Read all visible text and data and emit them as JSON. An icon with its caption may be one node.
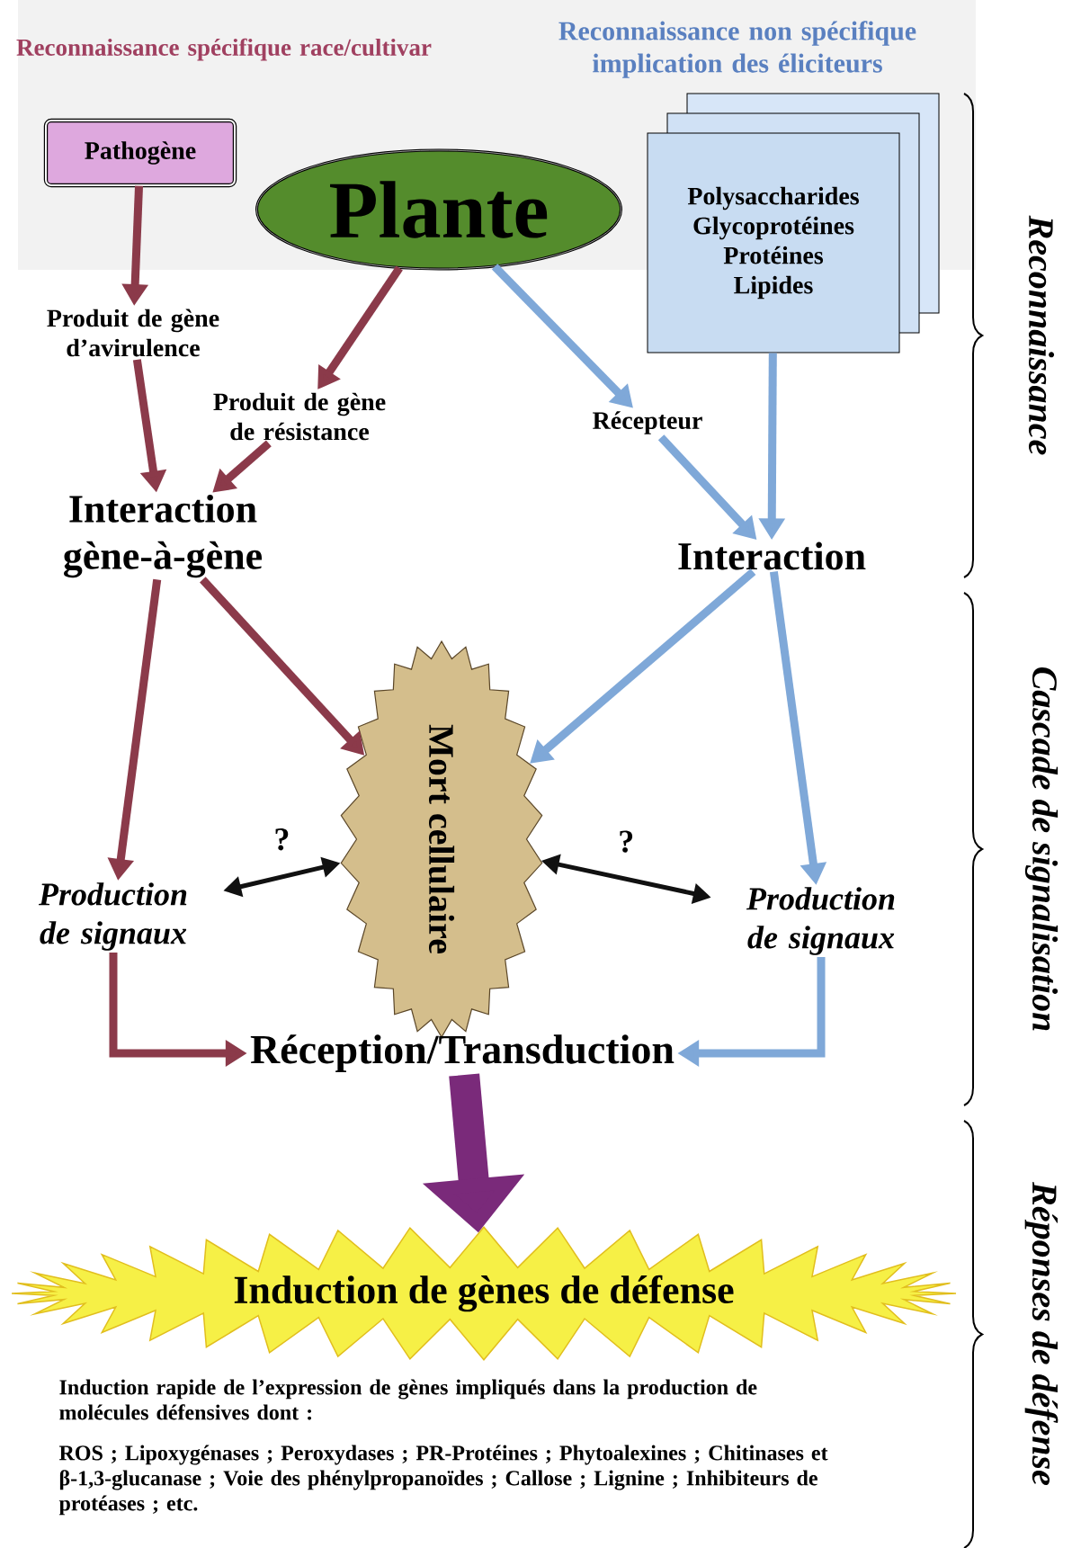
{
  "diagram": {
    "nodes": [
      {
        "text": [
          "Pathogène"
        ]
      },
      {
        "text": [
          "Plante"
        ]
      },
      {
        "text": [
          "Polysaccharides",
          "Glycoprotéines",
          "Protéines",
          "Lipides"
        ]
      },
      {
        "text": [
          "Produit de gène d’avirulence"
        ]
      },
      {
        "text": [
          "Produit de gène de résistance"
        ]
      },
      {
        "text": [
          "Récepteur"
        ]
      },
      {
        "text": [
          "Interaction gène-à-gène"
        ]
      },
      {
        "text": [
          "Interaction"
        ]
      },
      {
        "text": [
          "Mort cellulaire"
        ]
      },
      {
        "text": [
          "Production de signaux"
        ]
      },
      {
        "text": [
          "Production de signaux"
        ]
      },
      {
        "text": [
          "Réception/Transduction"
        ]
      },
      {
        "text": [
          "Induction de gènes de défense"
        ]
      }
    ],
    "edges": [
      {
        "from": 0,
        "to": 3,
        "arrow": "to",
        "color": "#8b3a4a"
      },
      {
        "from": 3,
        "to": 6,
        "arrow": "to",
        "color": "#8b3a4a"
      },
      {
        "from": 1,
        "to": 4,
        "arrow": "to",
        "color": "#8b3a4a"
      },
      {
        "from": 4,
        "to": 6,
        "arrow": "to",
        "color": "#8b3a4a"
      },
      {
        "from": 1,
        "to": 5,
        "arrow": "to",
        "color": "#7fa8d8"
      },
      {
        "from": 5,
        "to": 7,
        "arrow": "to",
        "color": "#7fa8d8"
      },
      {
        "from": 2,
        "to": 7,
        "arrow": "to",
        "color": "#7fa8d8"
      },
      {
        "from": 6,
        "to": 9,
        "arrow": "to",
        "color": "#8b3a4a"
      },
      {
        "from": 6,
        "to": 8,
        "arrow": "to",
        "color": "#8b3a4a"
      },
      {
        "from": 7,
        "to": 8,
        "arrow": "to",
        "color": "#7fa8d8"
      },
      {
        "from": 7,
        "to": 10,
        "arrow": "to",
        "color": "#7fa8d8"
      },
      {
        "from": 8,
        "to": 9,
        "arrow": "both",
        "label": "?",
        "color": "#111111"
      },
      {
        "from": 8,
        "to": 10,
        "arrow": "both",
        "label": "?",
        "color": "#111111"
      },
      {
        "from": 9,
        "to": 11,
        "arrow": "to",
        "color": "#8b3a4a"
      },
      {
        "from": 10,
        "to": 11,
        "arrow": "to",
        "color": "#7fa8d8"
      },
      {
        "from": 11,
        "to": 12,
        "arrow": "to",
        "style": "thick",
        "color": "#7a2a7a"
      }
    ],
    "labels": [
      "Reconnaissance spécifique race/cultivar",
      "Reconnaissance non spécifique implication des éliciteurs",
      "Reconnaissance",
      "Cascade de signalisation",
      "Réponses de défense",
      "Induction rapide de l’expression de gènes impliqués dans la production de molécules défensives dont :",
      "ROS ; Lipoxygénases ; Peroxydases ; PR-Protéines ; Phytoalexines ; Chitinases et β-1,3-glucanase ; Voie des phénylpropanoïdes ; Callose ; Lignine ; Inhibiteurs de protéases ; etc."
    ]
  }
}
